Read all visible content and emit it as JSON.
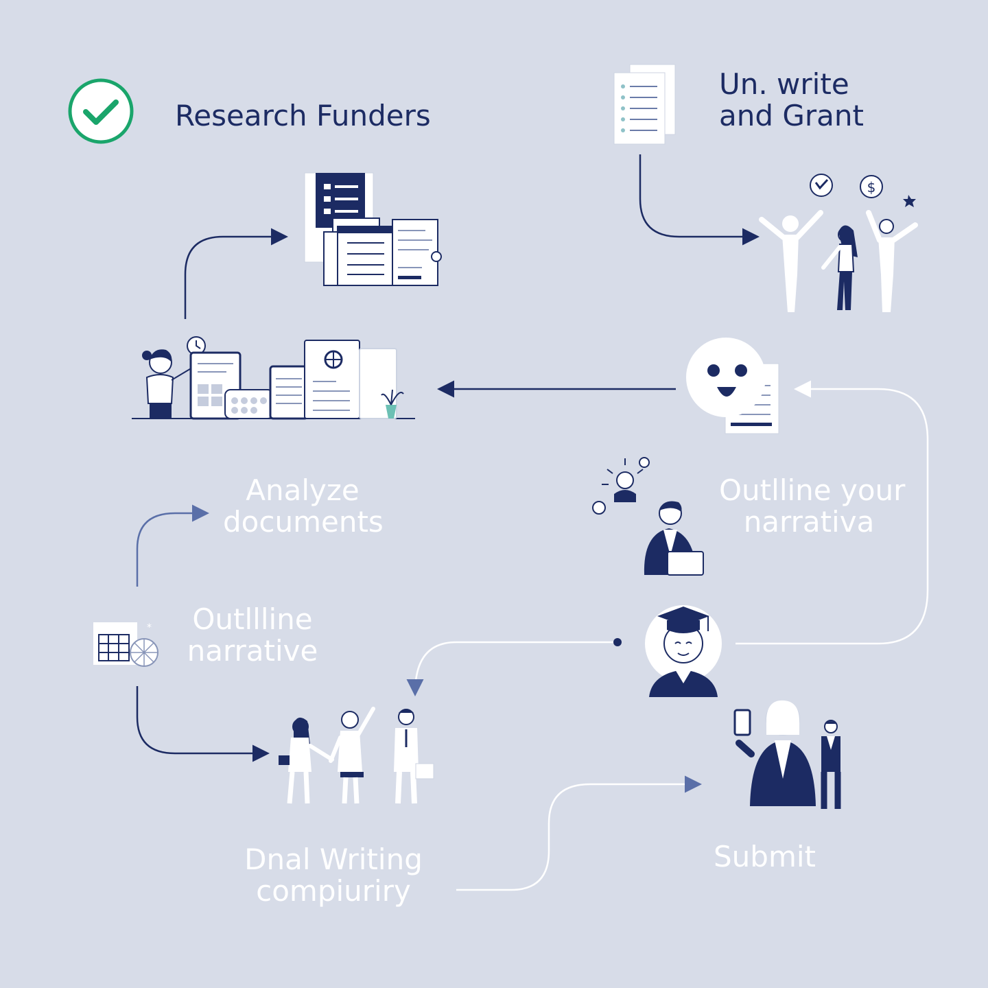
{
  "steps": {
    "research": {
      "label": "Research Funders"
    },
    "write_grant": {
      "line1": "Un. write",
      "line2": "and Grant"
    },
    "analyze": {
      "line1": "Analyze",
      "line2": "documents"
    },
    "outline_your": {
      "line1": "Outlline your",
      "line2": "narrativa"
    },
    "outline": {
      "line1": "Outllline",
      "line2": "narrative"
    },
    "final_writing": {
      "line1": "Dnal Writing",
      "line2": "compiuriry"
    },
    "submit": {
      "label": "Submit"
    }
  },
  "colors": {
    "background": "#d7dce8",
    "navy": "#1c2b63",
    "check_green": "#1aa56b",
    "white": "#ffffff"
  },
  "icons": [
    "check-circle-icon",
    "document-stack-icon",
    "dollar-icon",
    "face-icon",
    "graduation-cap-icon"
  ]
}
